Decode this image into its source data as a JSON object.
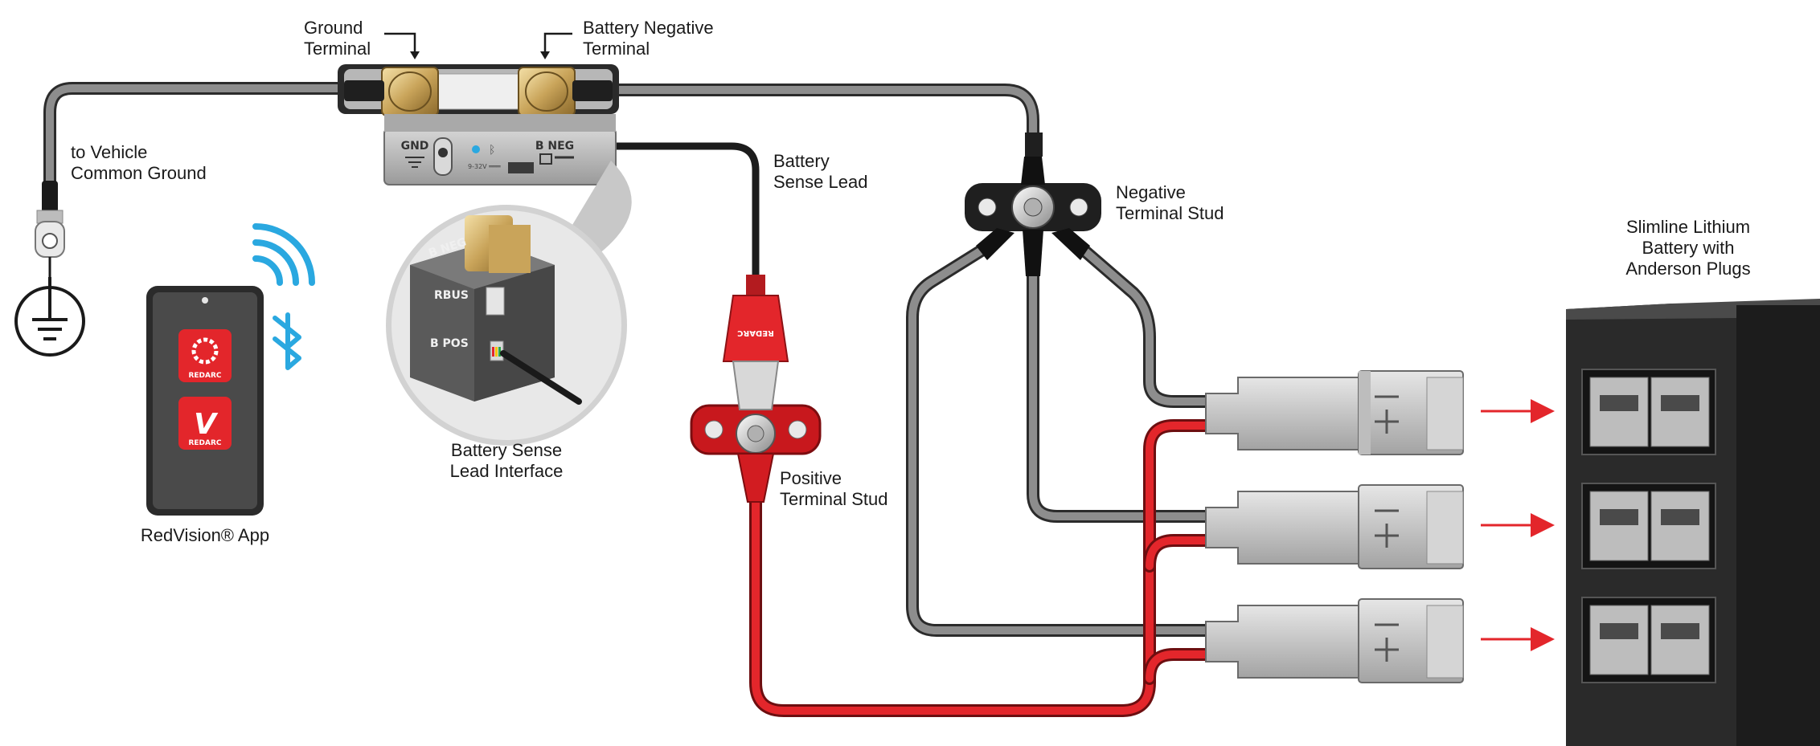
{
  "labels": {
    "ground_terminal": "Ground\nTerminal",
    "battery_negative_terminal": "Battery Negative\nTerminal",
    "to_vehicle_ground": "to Vehicle\nCommon Ground",
    "battery_sense_lead": "Battery\nSense Lead",
    "negative_terminal_stud": "Negative\nTerminal Stud",
    "slimline_battery": "Slimline Lithium\nBattery with\nAnderson Plugs",
    "battery_sense_interface": "Battery Sense\nLead Interface",
    "positive_terminal_stud": "Positive\nTerminal Stud",
    "redvision_app": "RedVision® App"
  },
  "module": {
    "gnd_label": "GND",
    "bneg_label": "B NEG",
    "voltage_label": "9-32V ═══"
  },
  "zoom": {
    "bneg_label": "B NEG",
    "rbus_label": "RBUS",
    "bpos_label": "B POS"
  },
  "stud": {
    "brand": "REDARC",
    "plus": "+"
  },
  "app": {
    "brand1": "REDARC",
    "brand2": "REDARC"
  },
  "icons": {
    "bluetooth": "bluetooth-icon",
    "wifi": "wireless-signal-icon",
    "ground": "ground-symbol-icon"
  },
  "colors": {
    "red": "#e3262b",
    "black": "#1a1a1a",
    "gray": "#8e8e8e",
    "blue": "#2aa8e0"
  }
}
